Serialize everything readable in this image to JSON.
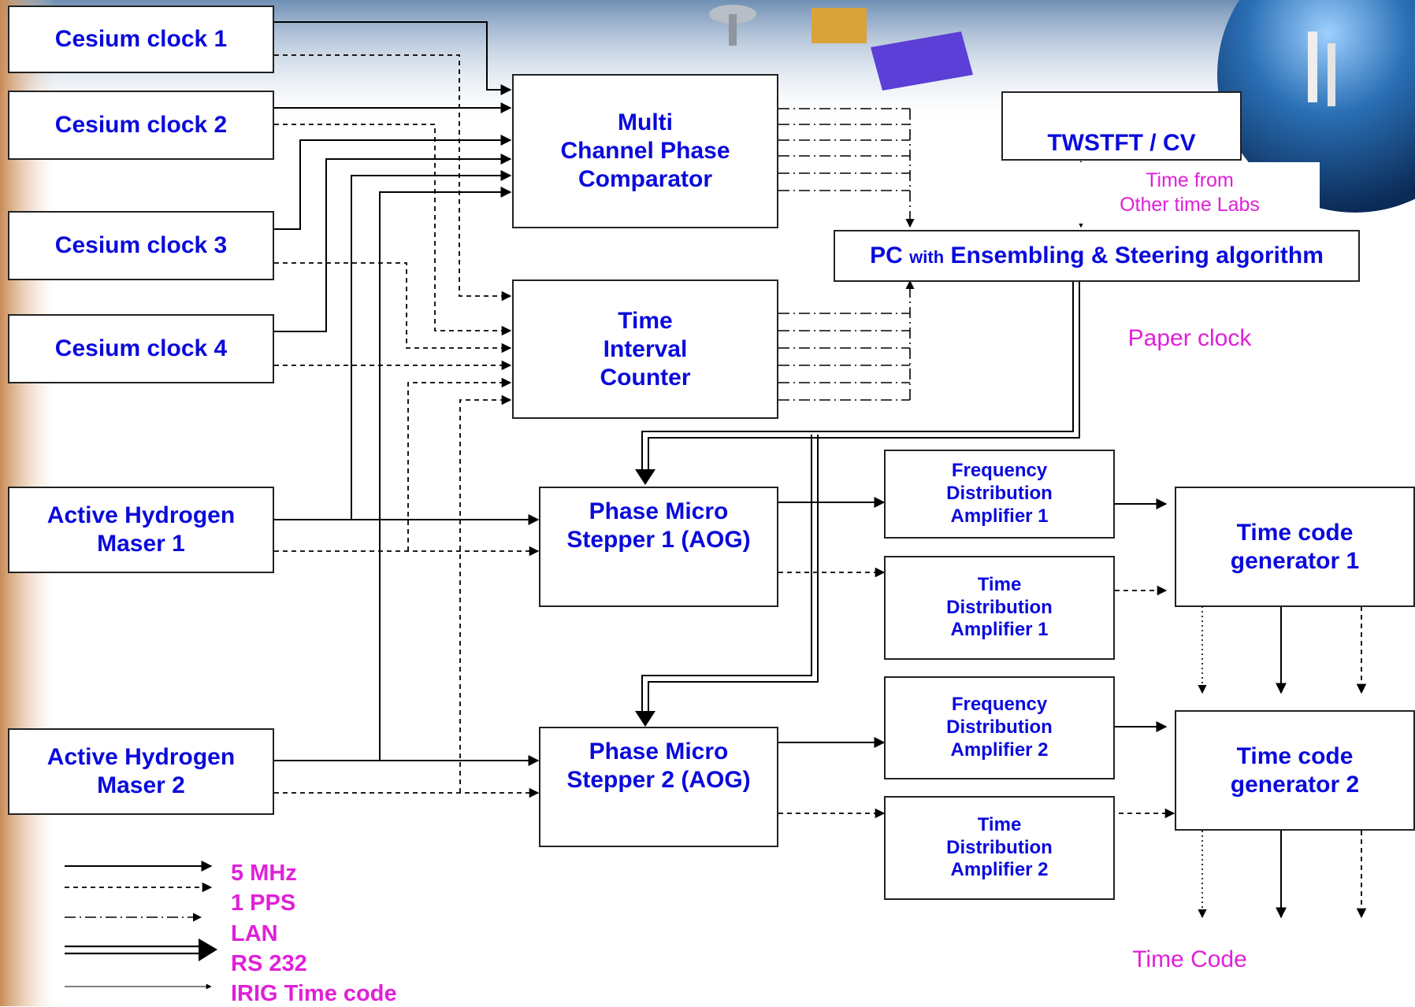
{
  "colors": {
    "box_text": "#0a0adc",
    "note_text": "#e020d8",
    "line": "#000000"
  },
  "boxes": {
    "cesium_clock_1": "Cesium clock 1",
    "cesium_clock_2": "Cesium clock 2",
    "cesium_clock_3": "Cesium clock 3",
    "cesium_clock_4": "Cesium clock 4",
    "hydrogen_maser_1": [
      "Active Hydrogen",
      "Maser 1"
    ],
    "hydrogen_maser_2": [
      "Active Hydrogen",
      "Maser 2"
    ],
    "phase_comparator": [
      "Multi",
      "Channel Phase",
      "Comparator"
    ],
    "interval_counter": [
      "Time",
      "Interval",
      "Counter"
    ],
    "twstft": "TWSTFT / CV",
    "pc_prefix": "PC",
    "pc_with": "with",
    "pc_suffix": "Ensembling & Steering algorithm",
    "micro_stepper_1": [
      "Phase Micro",
      "Stepper 1 (AOG)"
    ],
    "micro_stepper_2": [
      "Phase Micro",
      "Stepper 2 (AOG)"
    ],
    "freq_dist_amp_1": [
      "Frequency",
      "Distribution",
      "Amplifier 1"
    ],
    "time_dist_amp_1": [
      "Time",
      "Distribution",
      "Amplifier 1"
    ],
    "freq_dist_amp_2": [
      "Frequency",
      "Distribution",
      "Amplifier 2"
    ],
    "time_dist_amp_2": [
      "Time",
      "Distribution",
      "Amplifier 2"
    ],
    "time_code_gen_1": [
      "Time code",
      "generator 1"
    ],
    "time_code_gen_2": [
      "Time code",
      "generator 2"
    ]
  },
  "notes": {
    "time_from_other_labs": [
      "Time from",
      "Other time Labs"
    ],
    "paper_clock": "Paper clock",
    "time_code": "Time Code"
  },
  "legend": [
    {
      "label": "5 MHz",
      "line_style": "solid"
    },
    {
      "label": "1 PPS",
      "line_style": "dashed"
    },
    {
      "label": "LAN",
      "line_style": "dash-dot"
    },
    {
      "label": "RS 232",
      "line_style": "double"
    },
    {
      "label": "IRIG Time code",
      "line_style": "thin"
    }
  ]
}
